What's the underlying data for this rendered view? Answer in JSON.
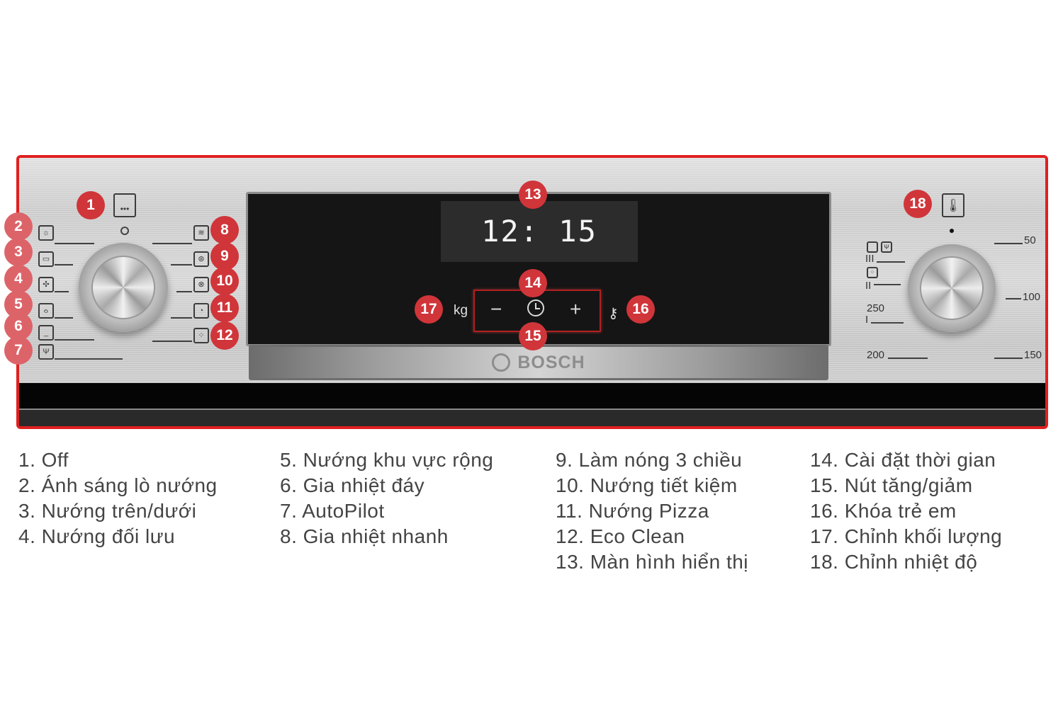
{
  "display": {
    "time": "12: 15",
    "weight_unit": "kg",
    "minus": "−",
    "plus": "+",
    "clock_icon": "clock-icon",
    "key_icon": "key-icon"
  },
  "brand": "BOSCH",
  "left_knob": {
    "icons": [
      "oven-light-icon",
      "top-bottom-heat-icon",
      "convection-icon",
      "wide-grill-icon",
      "bottom-heat-icon",
      "autopilot-icon",
      "rapid-heat-icon",
      "3d-hot-air-icon",
      "eco-hot-air-icon",
      "pizza-icon",
      "eco-clean-icon"
    ]
  },
  "right_knob": {
    "scale": [
      "50",
      "100",
      "150",
      "200",
      "250"
    ],
    "grill_marks": [
      "III",
      "II",
      "I"
    ]
  },
  "badges": [
    "1",
    "2",
    "3",
    "4",
    "5",
    "6",
    "7",
    "8",
    "9",
    "10",
    "11",
    "12",
    "13",
    "14",
    "15",
    "16",
    "17",
    "18"
  ],
  "legend": {
    "col1": [
      "1. Off",
      "2. Ánh sáng lò nướng",
      "3. Nướng trên/dưới",
      "4. Nướng đối lưu"
    ],
    "col2": [
      "5. Nướng khu vực rộng",
      "6. Gia nhiệt đáy",
      "7. AutoPilot",
      "8. Gia nhiệt nhanh"
    ],
    "col3": [
      "9. Làm nóng 3 chiều",
      "10. Nướng tiết kiệm",
      "11. Nướng Pizza",
      "12. Eco Clean",
      "13. Màn hình hiển thị"
    ],
    "col4": [
      "14. Cài đặt thời gian",
      "15. Nút tăng/giảm",
      "16. Khóa trẻ em",
      "17. Chỉnh khối lượng",
      "18. Chỉnh nhiệt độ"
    ]
  },
  "colors": {
    "highlight_red": "#e02020",
    "badge_red": "#d0353a"
  }
}
